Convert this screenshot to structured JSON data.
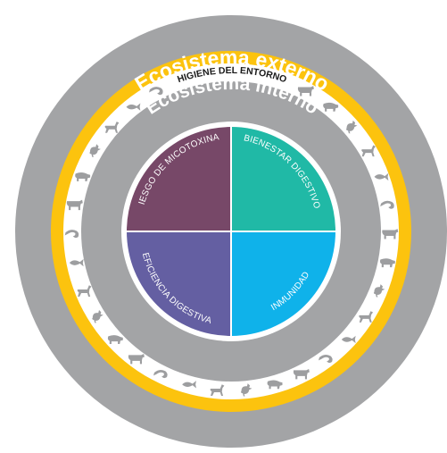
{
  "diagram": {
    "outer_ring_title": "Ecosistema externo",
    "band_label": "HIGIENE DEL ENTORNO",
    "inner_ring_title": "Ecosistema interno",
    "quadrants": [
      {
        "label": "RIESGO DE MICOTOXINAS",
        "color": "#774868"
      },
      {
        "label": "BIENESTAR DIGESTIVO",
        "color": "#20b9a6"
      },
      {
        "label": "EFICIENCIA DIGESTIVA",
        "color": "#645fa2"
      },
      {
        "label": "INMUNIDAD",
        "color": "#0fb2ea"
      }
    ],
    "colors": {
      "gray_ring": "#a3a4a6",
      "yellow_band": "#fcc30e",
      "white_band": "#ffffff",
      "animal_icons": "#9d9ea0",
      "title_text": "#ffffff"
    },
    "animal_icons": [
      "fish-icon",
      "horse-icon",
      "bird-icon",
      "cow-icon",
      "pig-icon",
      "shrimp-icon"
    ]
  }
}
